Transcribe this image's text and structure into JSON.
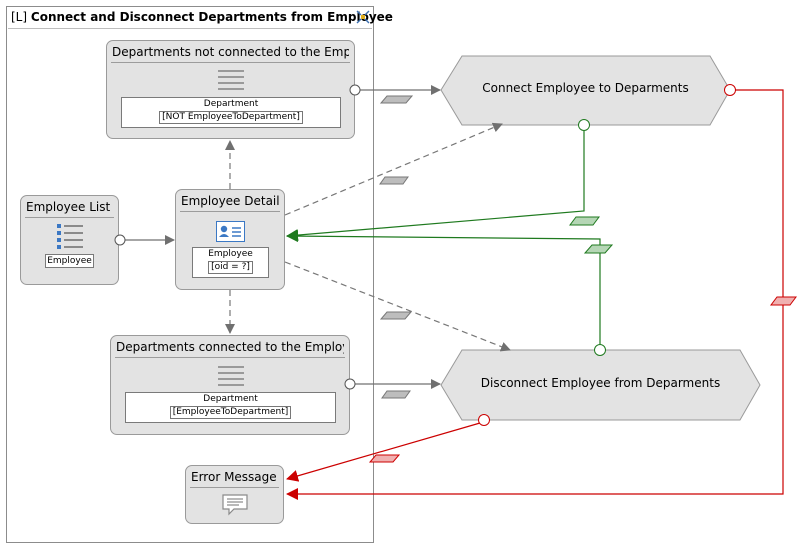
{
  "frame": {
    "tag": "[L]",
    "title": "Connect and Disconnect Departments from Employee",
    "icon": "resize-icon"
  },
  "nodes": {
    "employee_list": {
      "title": "Employee List",
      "icon": "list-icon",
      "entity": "Employee"
    },
    "employee_details": {
      "title": "Employee Details",
      "icon": "id-card-icon",
      "entity": "Employee",
      "condition": "[oid = ?]"
    },
    "departments_not_connected": {
      "title": "Departments not connected to the Employe",
      "icon": "lines-icon",
      "entity": "Department",
      "condition": "[NOT EmployeeToDepartment]"
    },
    "departments_connected": {
      "title": "Departments connected to the Employee",
      "icon": "lines-icon",
      "entity": "Department",
      "condition": "[EmployeeToDepartment]"
    },
    "error_message": {
      "title": "Error Message",
      "icon": "speech-bubble-icon"
    }
  },
  "operations": {
    "connect": {
      "label": "Connect Employee to Deparments"
    },
    "disconnect": {
      "label": "Disconnect Employee from Deparments"
    }
  },
  "colors": {
    "flow": "#707070",
    "ok": "#1f7a1f",
    "ko": "#cc0000",
    "node_fill": "#e3e3e3",
    "op_fill": "#e3e3e3"
  }
}
